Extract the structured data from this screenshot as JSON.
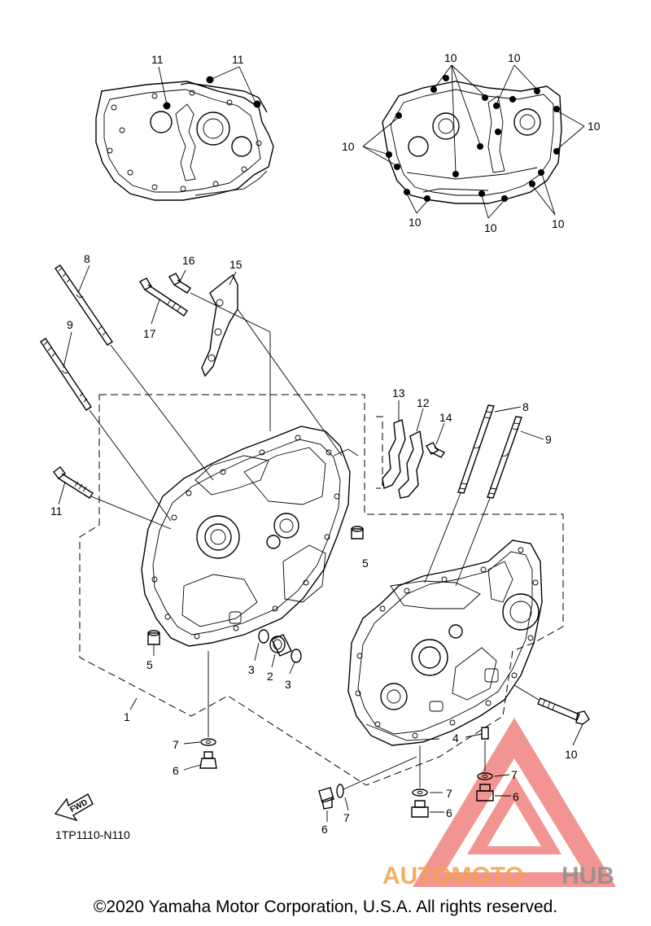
{
  "diagram": {
    "code": "1TP1110-N110",
    "fwd_label": "FWD",
    "callouts": [
      "1",
      "2",
      "3",
      "4",
      "5",
      "6",
      "7",
      "8",
      "9",
      "10",
      "11",
      "12",
      "13",
      "14",
      "15",
      "16",
      "17"
    ]
  },
  "watermark": {
    "part1": "AUTOMOTO",
    "part2": "HUB",
    "color1": "#f2a24a",
    "color2": "#8e8e8e",
    "triangle_color": "#e8403a"
  },
  "copyright": "©2020 Yamaha Motor Corporation, U.S.A. All rights reserved."
}
